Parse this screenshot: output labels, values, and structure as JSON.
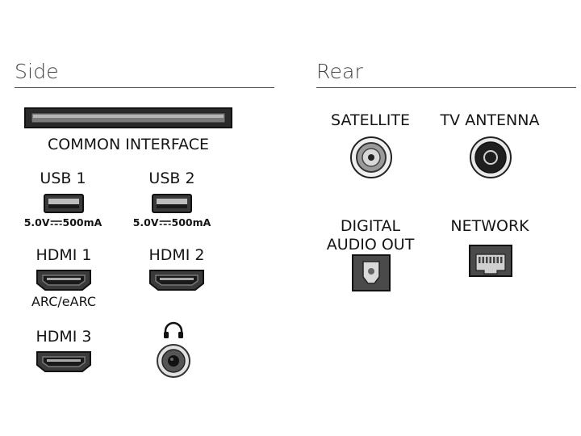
{
  "side": {
    "title": "Side",
    "common_interface": {
      "label": "COMMON INTERFACE"
    },
    "usb1": {
      "label": "USB 1",
      "spec_prefix": "5.0V",
      "spec_suffix": "500mA"
    },
    "usb2": {
      "label": "USB 2",
      "spec_prefix": "5.0V",
      "spec_suffix": "500mA"
    },
    "hdmi1": {
      "label": "HDMI 1",
      "sublabel": "ARC/eARC"
    },
    "hdmi2": {
      "label": "HDMI 2"
    },
    "hdmi3": {
      "label": "HDMI 3"
    },
    "headphone": {
      "icon": "headphone-icon"
    }
  },
  "rear": {
    "title": "Rear",
    "satellite": {
      "label": "SATELLITE"
    },
    "tv_antenna": {
      "label": "TV ANTENNA"
    },
    "digital_audio_out": {
      "label_line1": "DIGITAL",
      "label_line2": "AUDIO OUT"
    },
    "network": {
      "label": "NETWORK"
    }
  },
  "colors": {
    "port_fill": "#3a3a3a",
    "port_outline": "#1a1a1a",
    "rule": "#555555"
  }
}
